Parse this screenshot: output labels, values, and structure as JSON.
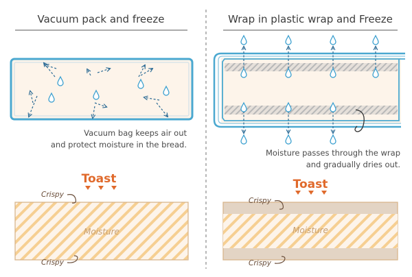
{
  "left": {
    "title": "Vacuum pack and freeze",
    "caption_lines": [
      "Vacuum bag keeps air out",
      "and protect moisture in the bread."
    ],
    "toast_label": "Toast",
    "crispy_top": "Crispy",
    "crispy_bottom": "Crispy",
    "moisture_label": "Moisture"
  },
  "right": {
    "title": "Wrap in plastic wrap and Freeze",
    "caption_lines": [
      "Moisture passes through the wrap",
      "and gradually dries out."
    ],
    "toast_label": "Toast",
    "crispy_top": "Crispy",
    "crispy_bottom": "Crispy",
    "moisture_label": "Moisture"
  },
  "colors": {
    "bag_outline": "#4aa8d0",
    "droplet": "#3a9fcf",
    "arrow": "#2c6b95",
    "bread_fill": "#fdf4ea",
    "bread_border": "#d8b58c",
    "stripe": "#f6cf92",
    "crust": "#e3d4c4",
    "gray_hatch": "#b8b8b8",
    "toast": "#e06a2c",
    "title_rule": "#777777"
  },
  "icons": [
    "water-droplet-icon",
    "dashed-arrow-icon",
    "toast-arrow-icon",
    "plastic-wrap-curl-icon"
  ]
}
